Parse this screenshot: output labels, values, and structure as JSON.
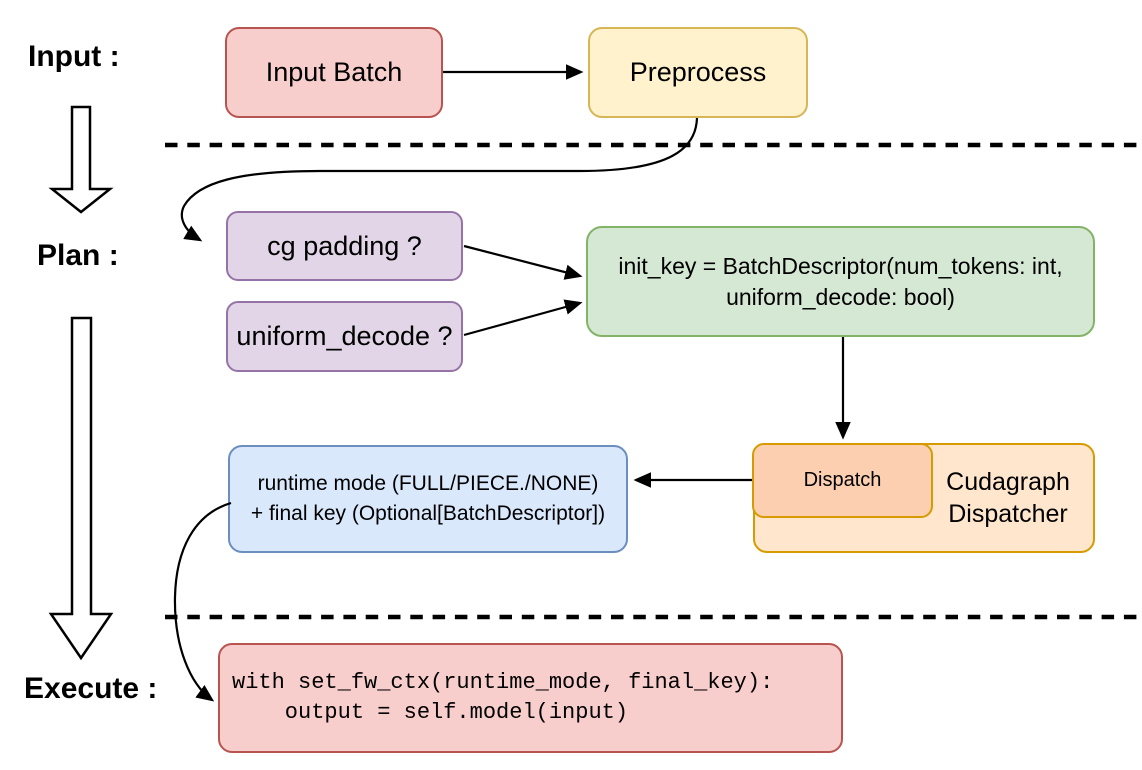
{
  "colors": {
    "red_fill": "#F8CECC",
    "red_stroke": "#B85450",
    "yellow_fill": "#FFF2CC",
    "yellow_stroke": "#D6B656",
    "purple_fill": "#E1D5E7",
    "purple_stroke": "#9673A6",
    "green_fill": "#D5E8D4",
    "green_stroke": "#82B366",
    "orange_fill": "#FFE6CC",
    "orange_stroke": "#D79B00",
    "peach_fill": "#FBCFB0",
    "blue_fill": "#DAE8FC",
    "blue_stroke": "#6C8EBF",
    "edge": "#000000"
  },
  "stages": {
    "input": "Input :",
    "plan": "Plan :",
    "execute": "Execute :"
  },
  "nodes": {
    "input_batch": "Input Batch",
    "preprocess": "Preprocess",
    "cg_padding": "cg padding ?",
    "uniform_decode": "uniform_decode ?",
    "init_key": {
      "line1": "init_key = BatchDescriptor(num_tokens: int,",
      "line2": "uniform_decode: bool)"
    },
    "dispatch": "Dispatch",
    "dispatcher": {
      "line1": "Cudagraph",
      "line2": "Dispatcher"
    },
    "runtime": {
      "line1": "runtime mode (FULL/PIECE./NONE)",
      "line2": "+ final key (Optional[BatchDescriptor])"
    },
    "code": {
      "line1": "with set_fw_ctx(runtime_mode, final_key):",
      "line2": "    output = self.model(input)"
    }
  }
}
